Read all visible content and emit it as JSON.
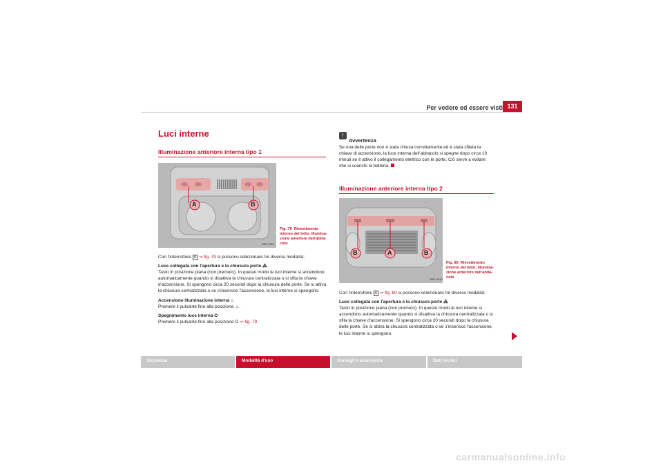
{
  "header": {
    "title": "Per vedere ed essere visti",
    "page_number": "131"
  },
  "main_title": "Luci interne",
  "section1": {
    "title": "Illuminazione anteriore interna tipo 1",
    "figure": {
      "code": "B5P-0153",
      "callouts": [
        "A",
        "B"
      ],
      "caption_label": "Fig. 79",
      "caption_text": "Rivestimento interno del tetto: illumina-zione anteriore dell'abita-colo"
    },
    "intro_before": "Con l'interruttore",
    "intro_key": "A",
    "intro_ref": "⇒ fig. 79",
    "intro_after": "si possono selezionare tre diverse modalità:",
    "items": [
      {
        "heading": "Luce collegata con l'apertura e la chiusura porte",
        "text": "Tasto in posizione piana (non premuto). In questo modo le luci interne si accendono automaticamente quando si disattiva la chiusura centralizzata o si sfila la chiave d'accensione. Si spengono circa 20 secondi dopo la chiusura delle porte. Se si attiva la chiusura centralizzata o se s'inserisce l'accensione, le luci interne si spengono."
      },
      {
        "heading": "Accensione illuminazione interna",
        "text": "Premere il pulsante fino alla posizione",
        "text_end": "."
      },
      {
        "heading": "Spegnimento luce interna O",
        "text": "Premere il pulsante fino alla posizione O",
        "ref": "⇒ fig. 79",
        "text_end": "."
      }
    ]
  },
  "warning": {
    "title": "Avvertenza",
    "text": "Se una delle porte non è stata chiusa correttamente ed è stata sfilata la chiave di accensione, la luce interna dell'abitacolo si spegne dopo circa 10 minuti se è attivo il collegamento elettrico con le porte. Ciò serve a evitare che si scarichi la batteria."
  },
  "section2": {
    "title": "Illuminazione anteriore interna tipo 2",
    "figure": {
      "code": "B5P-0813",
      "callouts": [
        "B",
        "A",
        "B"
      ],
      "caption_label": "Fig. 80",
      "caption_text": "Rivestimento interno del tetto: illumina-zione anteriore dell'abita-colo"
    },
    "intro_before": "Con l'interruttore",
    "intro_key": "A",
    "intro_ref": "⇒ fig. 80",
    "intro_after": "si possono selezionare tre diverse modalità:",
    "item": {
      "heading": "Luce collegata con l'apertura e la chiusura porte",
      "text": "Tasto in posizione piana (non premuto). In questo modo le luci interne si accendono automaticamente quando si disattiva la chiusura centralizzata o si sfila la chiave d'accensione. Si spengono circa 20 secondi dopo la chiusura delle porte. Se si attiva la chiusura centralizzata o se s'inserisce l'accensione, le luci interne si spengono."
    }
  },
  "footer": {
    "tabs": [
      "Sicurezza",
      "Modalità d'uso",
      "Consigli e assistenza",
      "Dati tecnici"
    ],
    "active_index": 1
  },
  "watermark": "carmanualsonline.info",
  "colors": {
    "accent": "#c8102e",
    "footer_gray": "#c8c8c8"
  }
}
